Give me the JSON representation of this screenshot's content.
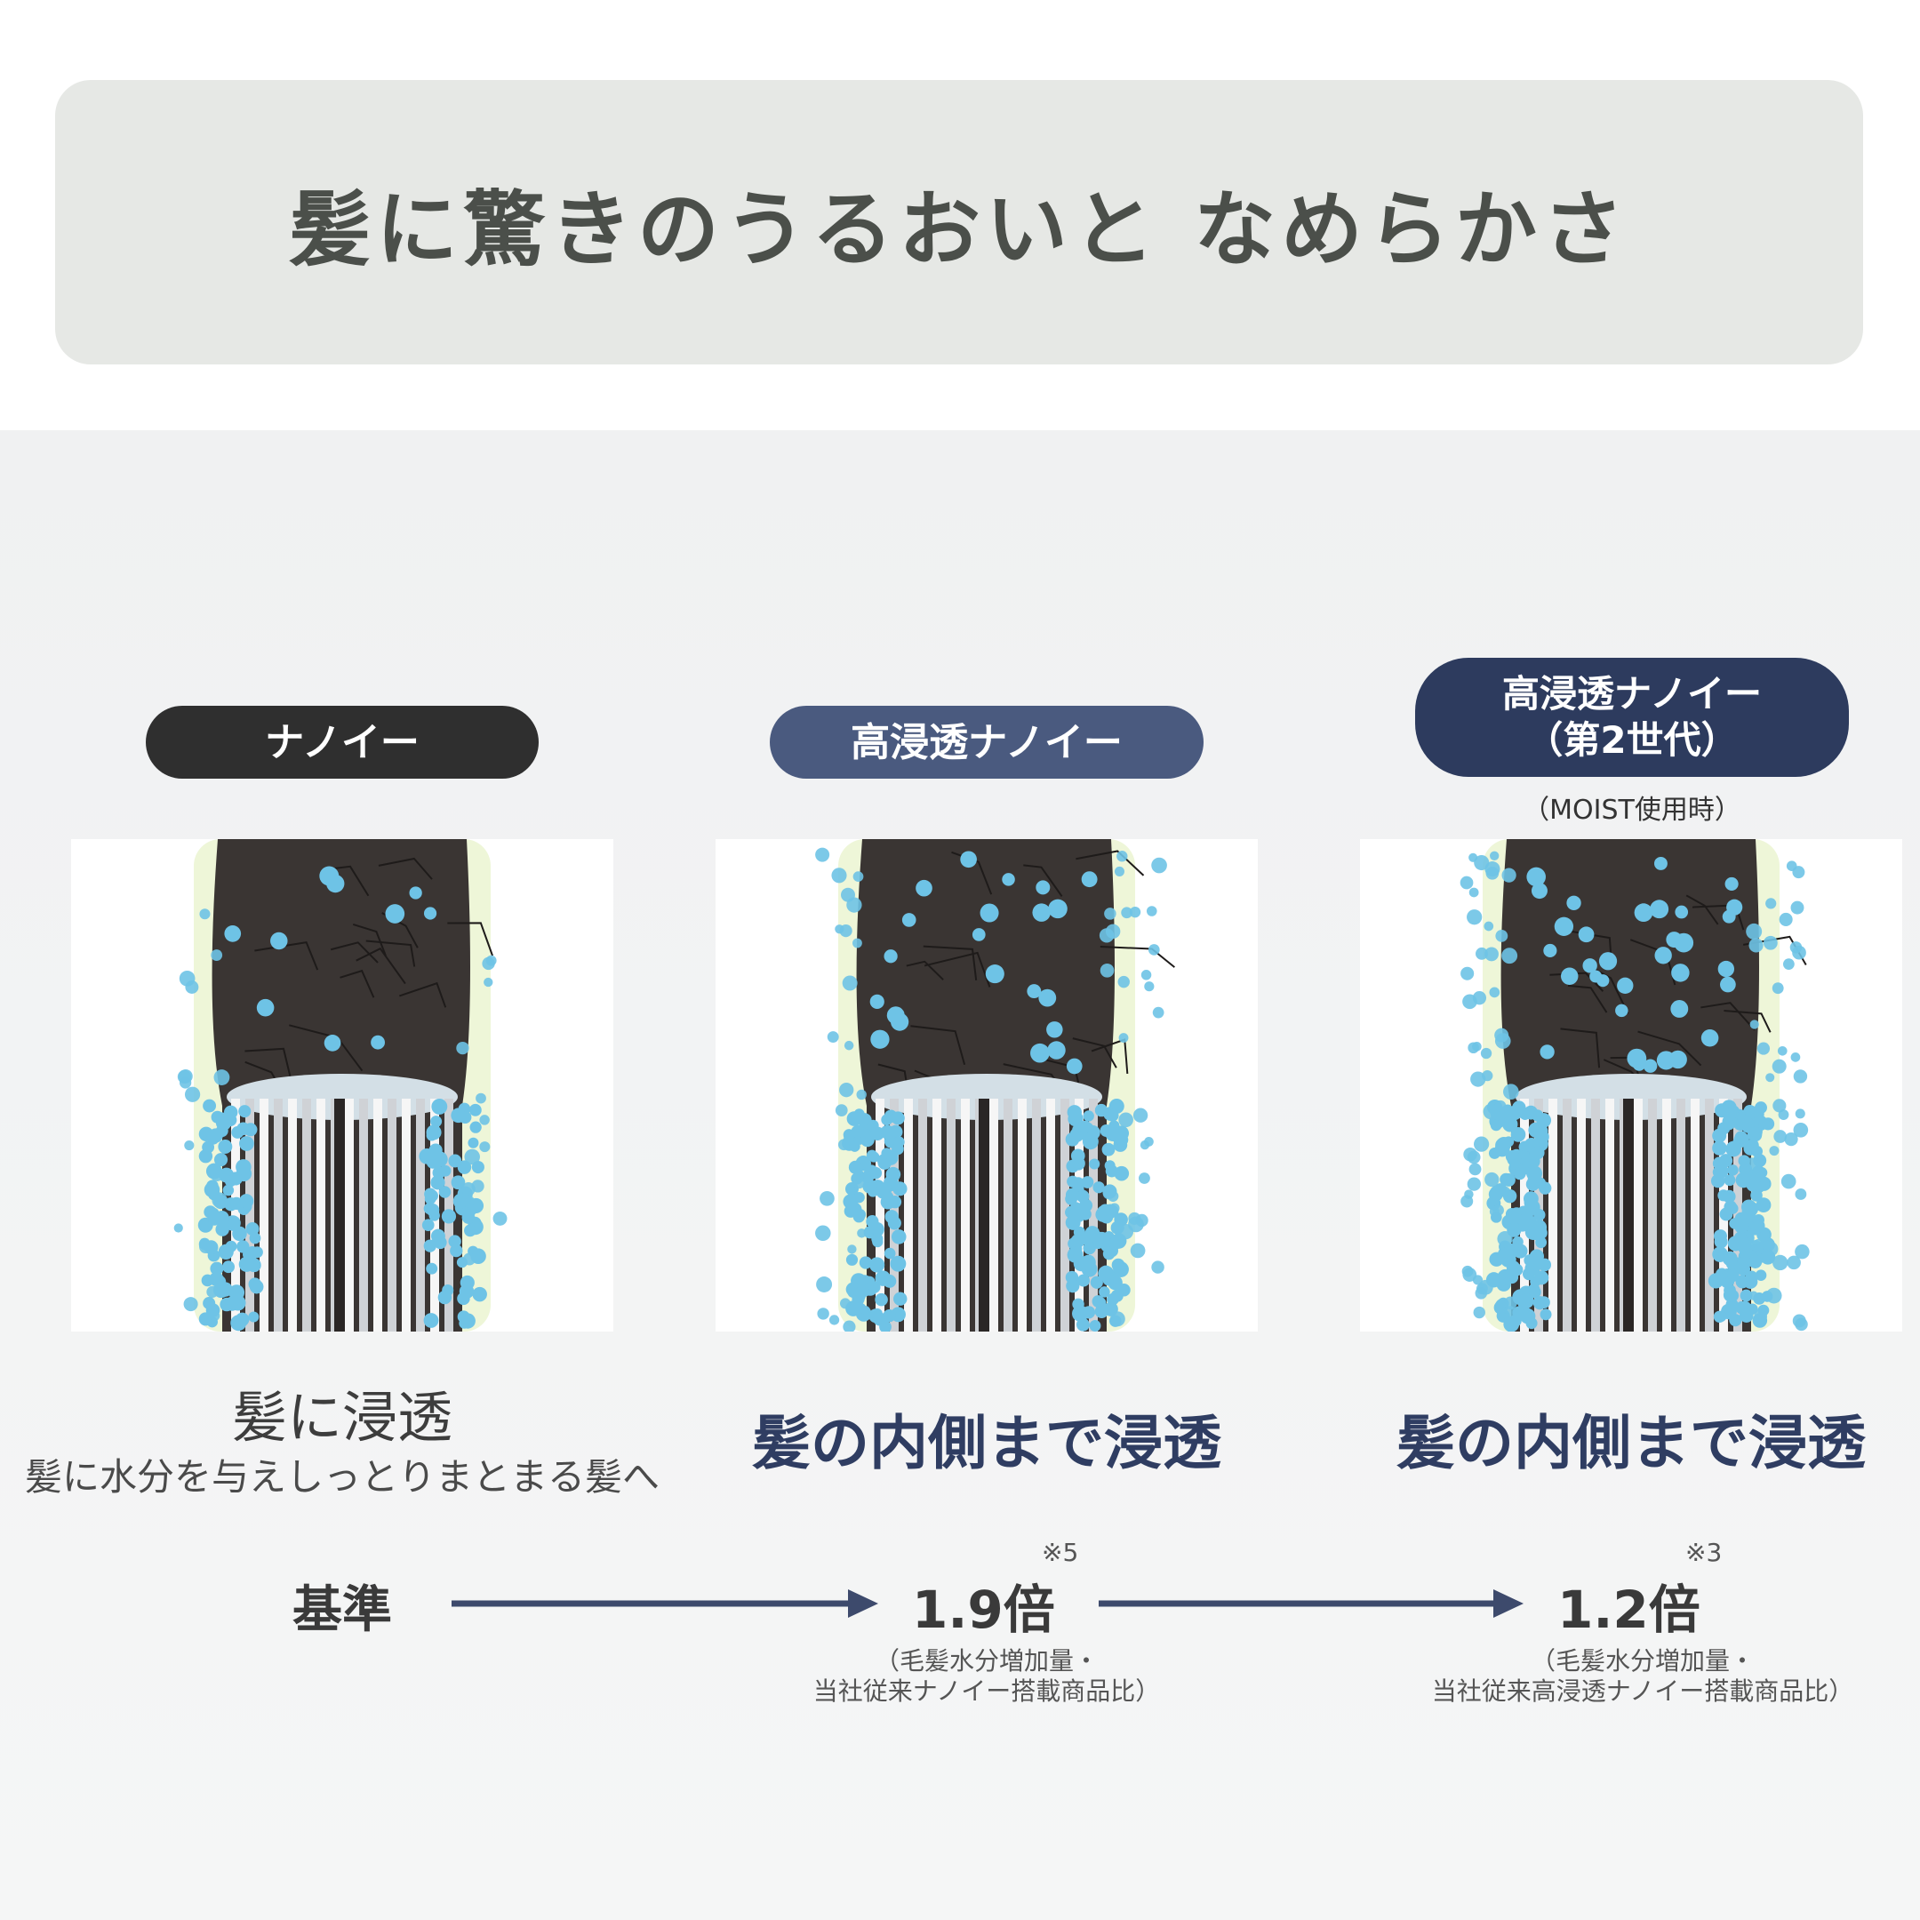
{
  "title": "髪に驚きのうるおいと なめらかさ",
  "columns": [
    {
      "label": "ナノイー",
      "heading": "髪に浸透",
      "subheading": "髪に水分を与えしっとりまとまる髪へ"
    },
    {
      "label": "高浸透ナノイー",
      "heading": "髪の内側まで浸透"
    },
    {
      "label_line1": "高浸透ナノイー",
      "label_line2": "（第2世代）",
      "label_note": "（MOIST使用時）",
      "heading": "髪の内側まで浸透"
    }
  ],
  "comparison": {
    "baseline": "基準",
    "step1": {
      "value": "1.9倍",
      "note_mark": "※5",
      "footnote_line1": "（毛髪水分増加量・",
      "footnote_line2": "当社従来ナノイー搭載商品比）"
    },
    "step2": {
      "value": "1.2倍",
      "note_mark": "※3",
      "footnote_line1": "（毛髪水分増加量・",
      "footnote_line2": "当社従来高浸透ナノイー搭載商品比）"
    }
  },
  "colors": {
    "banner_bg": "#e6e8e5",
    "pill_1": "#2f2f2f",
    "pill_2": "#4a5a7f",
    "pill_3": "#2d3b5e",
    "accent_text": "#2f3d62",
    "droplet": "#6ec3e6",
    "hair": "#3a3533"
  }
}
